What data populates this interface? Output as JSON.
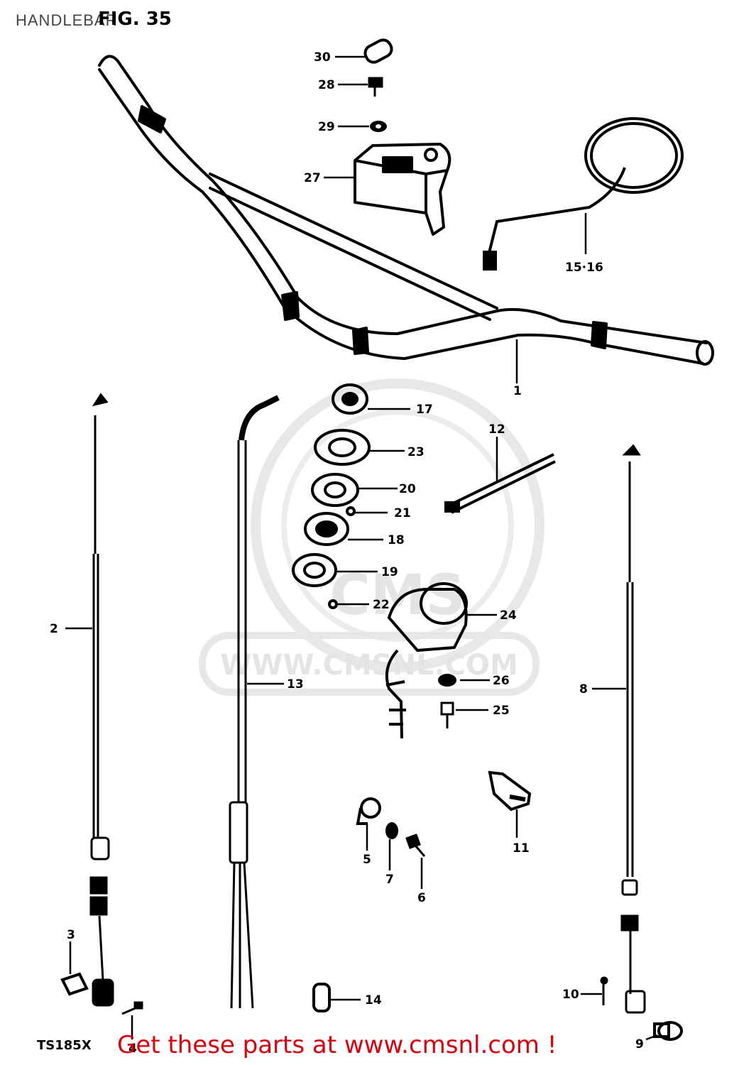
{
  "header": {
    "title": "HANDLEBAR",
    "figure_number": "FIG. 35"
  },
  "model": "TS185X",
  "watermark": {
    "brand": "CMS",
    "url": "WWW.CMSNL.COM"
  },
  "promo_text": "Get these parts at www.cmsnl.com !",
  "callouts": {
    "p1": "1",
    "p2": "2",
    "p3": "3",
    "p4": "4",
    "p5": "5",
    "p6": "6",
    "p7": "7",
    "p8": "8",
    "p9": "9",
    "p10": "10",
    "p11": "11",
    "p12": "12",
    "p13": "13",
    "p14": "14",
    "p15_16": "15·16",
    "p17": "17",
    "p18": "18",
    "p19": "19",
    "p20": "20",
    "p21": "21",
    "p22": "22",
    "p23": "23",
    "p24": "24",
    "p25": "25",
    "p26": "26",
    "p27": "27",
    "p28": "28",
    "p29": "29",
    "p30": "30"
  },
  "colors": {
    "promo": "#e0000b",
    "line": "#000000",
    "watermark": "#cfcfcf"
  }
}
